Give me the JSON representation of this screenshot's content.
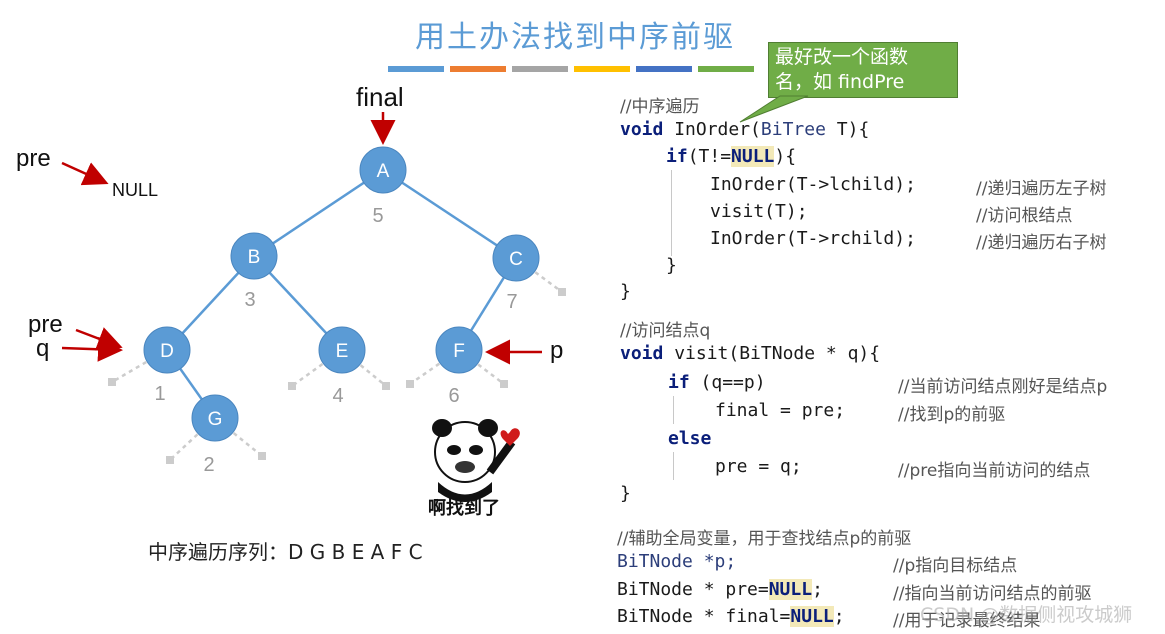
{
  "title": "用土办法找到中序前驱",
  "stripe_colors": [
    "#5b9bd5",
    "#ed7d31",
    "#a5a5a5",
    "#ffc000",
    "#4472c4",
    "#70ad47"
  ],
  "callout": {
    "line1": "最好改一个函数",
    "line2": "名，如 findPre"
  },
  "tree": {
    "nodes": [
      {
        "id": "A",
        "order": "5"
      },
      {
        "id": "B",
        "order": "3"
      },
      {
        "id": "C",
        "order": "7"
      },
      {
        "id": "D",
        "order": "1"
      },
      {
        "id": "E",
        "order": "4"
      },
      {
        "id": "F",
        "order": "6"
      },
      {
        "id": "G",
        "order": "2"
      }
    ],
    "edges": [
      [
        "A",
        "B"
      ],
      [
        "A",
        "C"
      ],
      [
        "B",
        "D"
      ],
      [
        "B",
        "E"
      ],
      [
        "C",
        "F"
      ],
      [
        "D",
        "G"
      ]
    ],
    "pointers": {
      "final": "final",
      "pre": "pre",
      "null": "NULL",
      "pre2": "pre",
      "q": "q",
      "p": "p"
    },
    "node_color": "#5b9bd5",
    "arrow_color": "#c00000"
  },
  "inorder_sequence": "中序遍历序列：D G B E A F C",
  "meme_caption": "啊找到了",
  "code": {
    "c1": "//中序遍历",
    "l1_kw": "void",
    "l1_rest": " InOrder(",
    "l1_ty": "BiTree",
    "l1_end": " T){",
    "l2_kw": "if",
    "l2_a": "(T!=",
    "l2_null": "NULL",
    "l2_b": "){",
    "l3": "InOrder(T->lchild);",
    "l3c": "//递归遍历左子树",
    "l4": "visit(T);",
    "l4c": "//访问根结点",
    "l5": "InOrder(T->rchild);",
    "l5c": "//递归遍历右子树",
    "l6": "}",
    "l7": "}",
    "c2": "//访问结点q",
    "m1_kw": "void",
    "m1_rest": " visit(BiTNode * q){",
    "m2_kw": "if",
    "m2_rest": " (q==p)",
    "m2c": "//当前访问结点刚好是结点p",
    "m3": "final = pre;",
    "m3c": "//找到p的前驱",
    "m4_kw": "else",
    "m5": "pre = q;",
    "m5c": "//pre指向当前访问的结点",
    "m6": "}",
    "c3": "//辅助全局变量，用于查找结点p的前驱",
    "g1": "BiTNode *p;",
    "g1c": "//p指向目标结点",
    "g2_a": "BiTNode * pre=",
    "g2_null": "NULL",
    "g2_b": ";",
    "g2c": "//指向当前访问结点的前驱",
    "g3_a": "BiTNode * final=",
    "g3_null": "NULL",
    "g3_b": ";",
    "g3c": "//用于记录最终结果"
  },
  "watermark": "CSDN @数据侧视攻城狮"
}
